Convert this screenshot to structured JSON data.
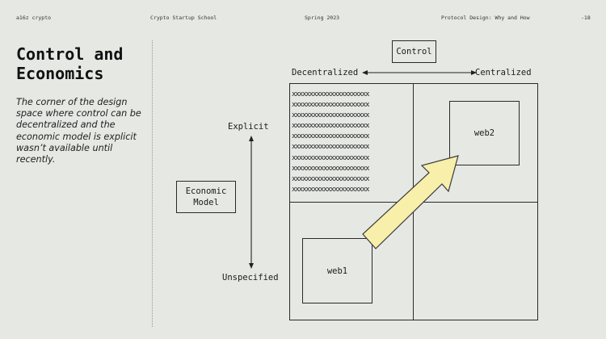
{
  "header": {
    "brand": "a16z crypto",
    "course": "Crypto Startup School",
    "term": "Spring 2023",
    "topic": "Protocol Design: Why and How",
    "page_number": "-18"
  },
  "slide": {
    "title_line1": "Control and",
    "title_line2": "Economics",
    "subtitle": "The corner of the design space where control can be decentralized and the economic model is explicit wasn’t available until recently."
  },
  "diagram": {
    "control_label": "Control",
    "decentralized_label": "Decentralized",
    "centralized_label": "Centralized",
    "explicit_label": "Explicit",
    "unspecified_label": "Unspecified",
    "economic_model_line1": "Economic",
    "economic_model_line2": "Model",
    "web1_label": "web1",
    "web2_label": "web2",
    "x_row_text": "xxxxxxxxxxxxxxxxxxxxxx",
    "arrow_fill": "#f7efaa",
    "arrow_stroke": "#3a3a3a"
  }
}
